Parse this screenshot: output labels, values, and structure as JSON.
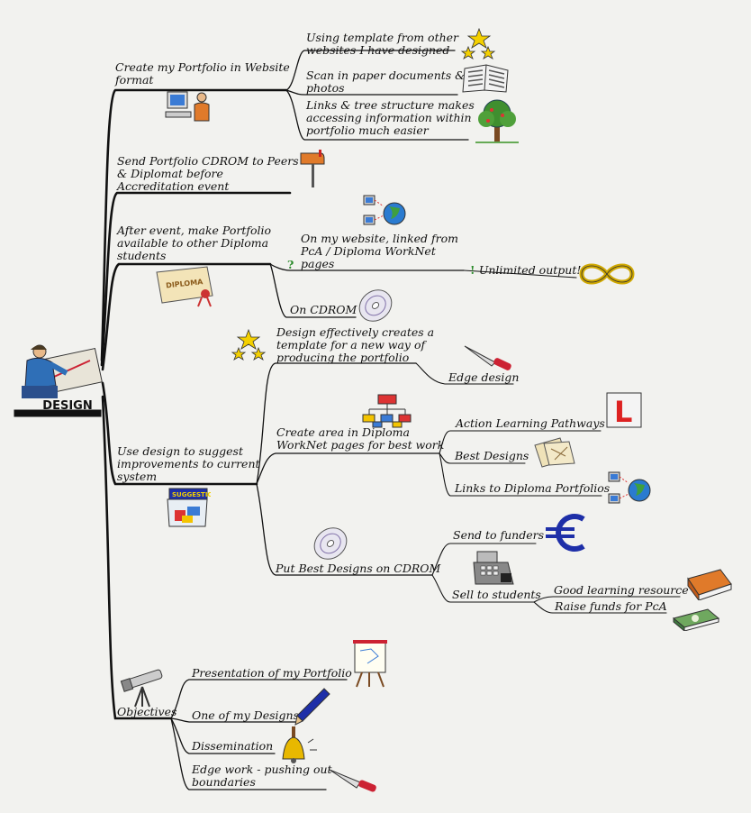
{
  "root": {
    "label": "DESIGN"
  },
  "branches": {
    "portfolio": {
      "label": "Create my Portfolio in Website\nformat",
      "children": [
        "Using template from other\nwebsites I have designed",
        "Scan in paper documents &\nphotos",
        "Links & tree structure makes\naccessing information within\nportfolio much easier"
      ]
    },
    "send": {
      "label": "Send Portfolio CDROM to Peers\n& Diplomat before\nAccreditation event"
    },
    "after": {
      "label": "After event, make Portfolio\navailable to other Diploma\nstudents",
      "children": [
        "On my website, linked from\nPcA / Diploma WorkNet\npages",
        "On CDROM"
      ],
      "unlimited": "Unlimited output!",
      "diploma_badge": "DIPLOMA"
    },
    "use_design": {
      "label": "Use design to suggest\nimprovements to current\nsystem",
      "suggestion_badge": "SUGGESTION",
      "sub1": {
        "label": "Design effectively creates a\ntemplate for a new way of\nproducing the portfolio",
        "children": [
          "Edge design"
        ]
      },
      "sub2": {
        "label": "Create area in Diploma\nWorkNet pages for best work",
        "children": [
          "Action Learning Pathways",
          "Best Designs",
          "Links to Diploma Portfolios"
        ]
      },
      "sub3": {
        "label": "Put Best Designs on CDROM",
        "children": [
          "Send to funders",
          "Sell to students"
        ],
        "sell_children": [
          "Good learning resource",
          "Raise funds for PcA"
        ]
      },
      "l_plate": "L"
    },
    "objectives": {
      "label": "Objectives",
      "children": [
        "Presentation of my Portfolio",
        "One of my Designs",
        "Dissemination",
        "Edge work - pushing out\nboundaries"
      ]
    }
  },
  "icons": [
    "person-at-drafting-board",
    "computer-user",
    "stars",
    "newspaper",
    "tree",
    "mailbox",
    "network-globe",
    "diploma-scroll",
    "infinity",
    "cd-rom",
    "knife",
    "org-chart",
    "l-plate",
    "maps",
    "euro-sign",
    "cash-register",
    "book",
    "banknotes",
    "suggestion-box",
    "telescope",
    "flipchart",
    "pencil",
    "bell"
  ],
  "colors": {
    "line": "#111111",
    "accent_green": "#2a8a2a",
    "euro_blue": "#1e2fa8",
    "cd_purple": "#8070a8"
  }
}
